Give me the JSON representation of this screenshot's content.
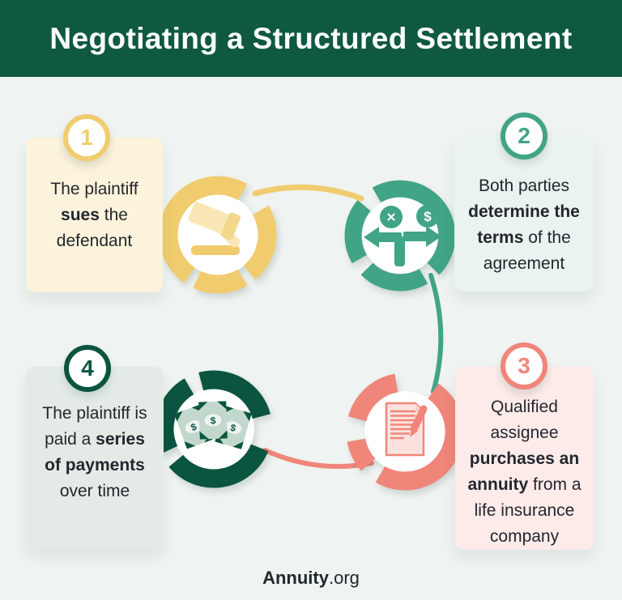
{
  "header": {
    "title": "Negotiating a Structured Settlement"
  },
  "steps": [
    {
      "number": "1",
      "pre": "The plaintiff ",
      "bold": "sues",
      "post": " the defendant"
    },
    {
      "number": "2",
      "pre": "Both parties ",
      "bold": "determine the terms",
      "post": " of the agreement"
    },
    {
      "number": "3",
      "pre": "Qualified assignee ",
      "bold": "purchases an annuity",
      "post": " from a life insurance company"
    },
    {
      "number": "4",
      "pre": "The plaintiff is paid a ",
      "bold": "series of payments",
      "post": " over time"
    }
  ],
  "glyphs": {
    "x": "✕",
    "dollar": "$"
  },
  "icons": {
    "step1": "gavel-icon",
    "step2": "decision-arrows-icon",
    "step2_badges": [
      "x-circle-icon",
      "dollar-circle-icon"
    ],
    "step3": "contract-pen-icon",
    "step4": "money-bills-icon"
  },
  "footer": {
    "brand_bold": "Annuity",
    "brand_suffix": ".org"
  },
  "colors": {
    "page_bg": "#EFF3F1",
    "header_bg": "#0F5943",
    "text_dark": "#23262E",
    "footer_text": "#20282E",
    "step1_accent": "#F0CC6E",
    "step1_card_bg": "#FBF3DB",
    "step1_icon_light": "#F9E7B6",
    "step1_icon_mid": "#F3D88C",
    "step2_accent": "#41A486",
    "step2_card_bg": "#EAF3EF",
    "step3_accent": "#F0867A",
    "step3_card_bg": "#FCEBE9",
    "step3_paper": "#FBE2DF",
    "step3_fold": "#F7CDC6",
    "step4_accent": "#0B5540",
    "step4_card_bg": "#E4EBE7",
    "bill_bg": "#C3D8CC",
    "bill_oval": "#EEF4F0"
  }
}
